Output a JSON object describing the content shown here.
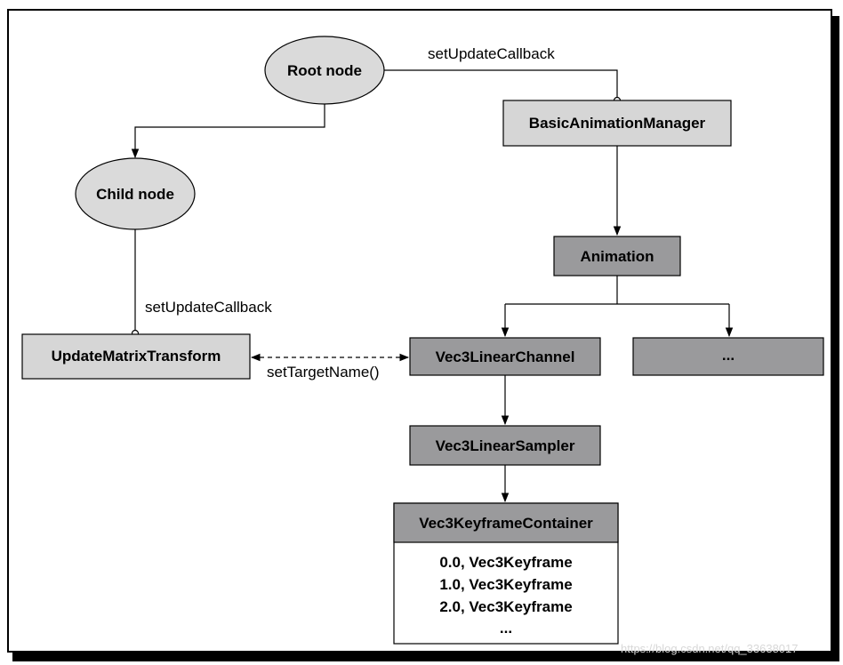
{
  "nodes": {
    "root": "Root node",
    "child": "Child node",
    "basic_manager": "BasicAnimationManager",
    "animation": "Animation",
    "update_matrix": "UpdateMatrixTransform",
    "channel": "Vec3LinearChannel",
    "other_channel": "...",
    "sampler": "Vec3LinearSampler",
    "container": "Vec3KeyframeContainer"
  },
  "keyframes": [
    "0.0, Vec3Keyframe",
    "1.0, Vec3Keyframe",
    "2.0, Vec3Keyframe",
    "..."
  ],
  "edge_labels": {
    "root_callback": "setUpdateCallback",
    "child_callback": "setUpdateCallback",
    "target_name": "setTargetName()"
  },
  "watermark": "https://blog.csdn.net/qq_33638017",
  "colors": {
    "light_box": "#d6d6d6",
    "dark_box": "#9a9a9c",
    "ellipse": "#dadada",
    "line": "#000000"
  }
}
